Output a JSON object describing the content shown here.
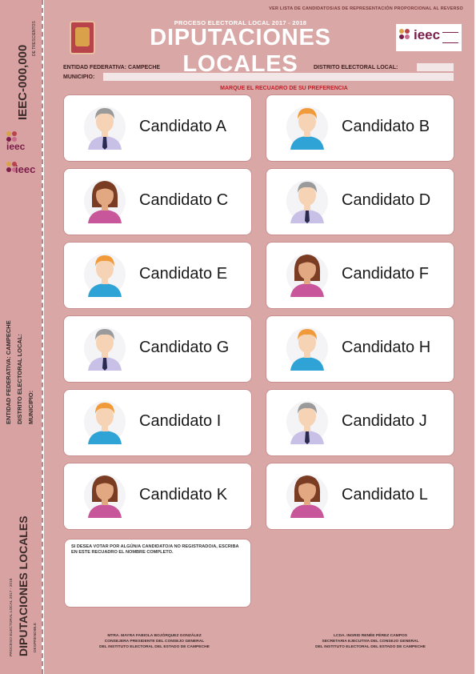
{
  "header": {
    "top_note": "VER LISTA DE CANDIDATOS/AS DE REPRESENTACIÓN PROPORCIONAL AL REVERSO",
    "process": "PROCESO ELECTORAL LOCAL 2017 - 2018",
    "title": "DIPUTACIONES LOCALES",
    "logo_text": "ieec"
  },
  "stub": {
    "folio": "IEEC-000,000",
    "folio_caption": "DE TRESCIENTOS",
    "logo_text": "ieec",
    "entidad": "ENTIDAD FEDERATIVA: CAMPECHE",
    "distrito": "DISTRITO ELECTORAL LOCAL:",
    "municipio": "MUNICIPIO:",
    "title": "DIPUTACIONES LOCALES",
    "process": "PROCESO ELECTORAL LOCAL 2017 - 2018",
    "bottom_caption": "DESPRENDIBLE"
  },
  "fields": {
    "entidad": "ENTIDAD FEDERATIVA: CAMPECHE",
    "distrito": "DISTRITO ELECTORAL LOCAL:",
    "municipio": "MUNICIPIO:"
  },
  "instruction": "MARQUE EL RECUADRO DE SU PREFERENCIA",
  "candidates": [
    {
      "label": "Candidato A",
      "avatar": "gray-hair-man-tie"
    },
    {
      "label": "Candidato B",
      "avatar": "orange-hair-man"
    },
    {
      "label": "Candidato C",
      "avatar": "brown-hair-woman"
    },
    {
      "label": "Candidato D",
      "avatar": "gray-hair-man-tie"
    },
    {
      "label": "Candidato E",
      "avatar": "orange-hair-man"
    },
    {
      "label": "Candidato F",
      "avatar": "brown-hair-woman"
    },
    {
      "label": "Candidato G",
      "avatar": "gray-hair-man-tie"
    },
    {
      "label": "Candidato H",
      "avatar": "orange-hair-man"
    },
    {
      "label": "Candidato I",
      "avatar": "orange-hair-man"
    },
    {
      "label": "Candidato J",
      "avatar": "gray-hair-man-tie"
    },
    {
      "label": "Candidato K",
      "avatar": "brown-hair-woman"
    },
    {
      "label": "Candidato L",
      "avatar": "brown-hair-woman"
    }
  ],
  "write_in": "SI DESEA VOTAR POR ALGÚN/A CANDIDATO/A NO REGISTRADO/A, ESCRIBA EN ESTE RECUADRO EL NOMBRE COMPLETO.",
  "signatures": {
    "left": [
      "MTRA. MAYRA FABIOLA BOJÓRQUEZ GONZÁLEZ",
      "CONSEJERA PRESIDENTE DEL CONSEJO GENERAL",
      "DEL INSTITUTO ELECTORAL DEL ESTADO DE CAMPECHE"
    ],
    "right": [
      "LCDA. INGRID RENÉE PÉREZ CAMPOS",
      "SECRETARIA EJECUTIVA DEL CONSEJO GENERAL",
      "DEL INSTITUTO ELECTORAL DEL ESTADO DE CAMPECHE"
    ]
  },
  "colors": {
    "ballot_bg": "#d9a7a6",
    "title": "#ffffff",
    "brand": "#7b1e4a",
    "instruction": "#c0202a"
  }
}
